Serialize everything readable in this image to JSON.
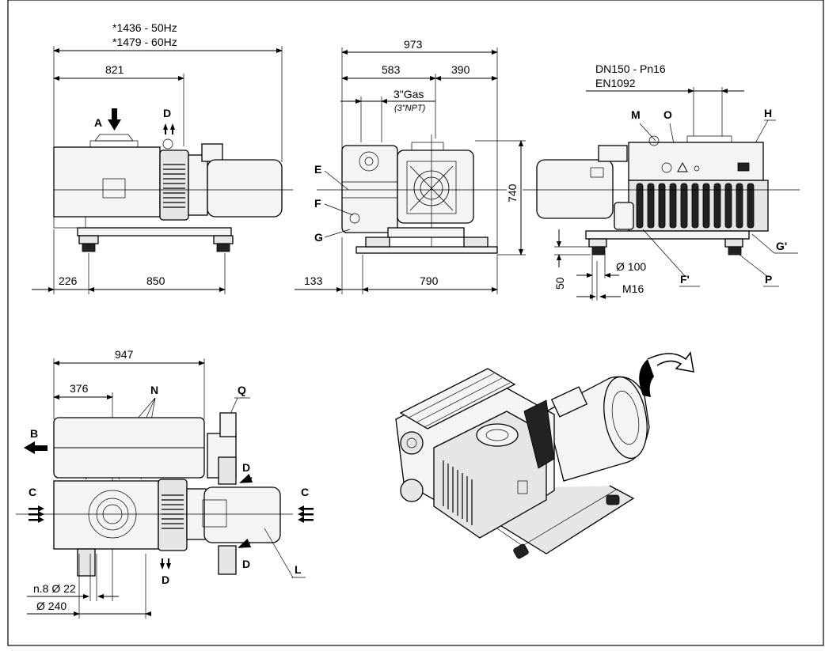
{
  "views": {
    "side": {
      "freq_50": "*1436 - 50Hz",
      "freq_60": "*1479 - 60Hz",
      "dim_821": "821",
      "dim_226": "226",
      "dim_850": "850",
      "label_a": "A",
      "label_d": "D"
    },
    "front": {
      "dim_973": "973",
      "dim_583": "583",
      "dim_390": "390",
      "gas": "3\"Gas",
      "npt": "(3\"NPT)",
      "dim_740": "740",
      "dim_133": "133",
      "dim_790": "790",
      "label_e": "E",
      "label_f": "F",
      "label_g": "G"
    },
    "rear": {
      "dn": "DN150 - Pn16",
      "en": "EN1092",
      "label_m": "M",
      "label_o": "O",
      "label_h": "H",
      "label_g2": "G'",
      "label_f2": "F'",
      "label_p": "P",
      "dim_50": "50",
      "dim_d100": "Ø 100",
      "dim_m16": "M16"
    },
    "top": {
      "dim_947": "947",
      "dim_376": "376",
      "label_n": "N",
      "label_q": "Q",
      "label_b": "B",
      "label_c_left": "C",
      "label_c_right": "C",
      "label_d_right_top": "D",
      "label_d_right_bottom": "D",
      "label_d_bottom": "D",
      "label_l": "L",
      "dim_n8": "n.8  Ø 22",
      "dim_d240": "Ø 240"
    }
  },
  "icons": [
    "arrow-down-icon",
    "double-arrow-up-icon",
    "arrow-left-icon",
    "triple-arrow-right-icon",
    "triple-arrow-left-icon",
    "double-arrow-down-icon",
    "rotation-arrow-icon",
    "warning-triangle-icon"
  ]
}
